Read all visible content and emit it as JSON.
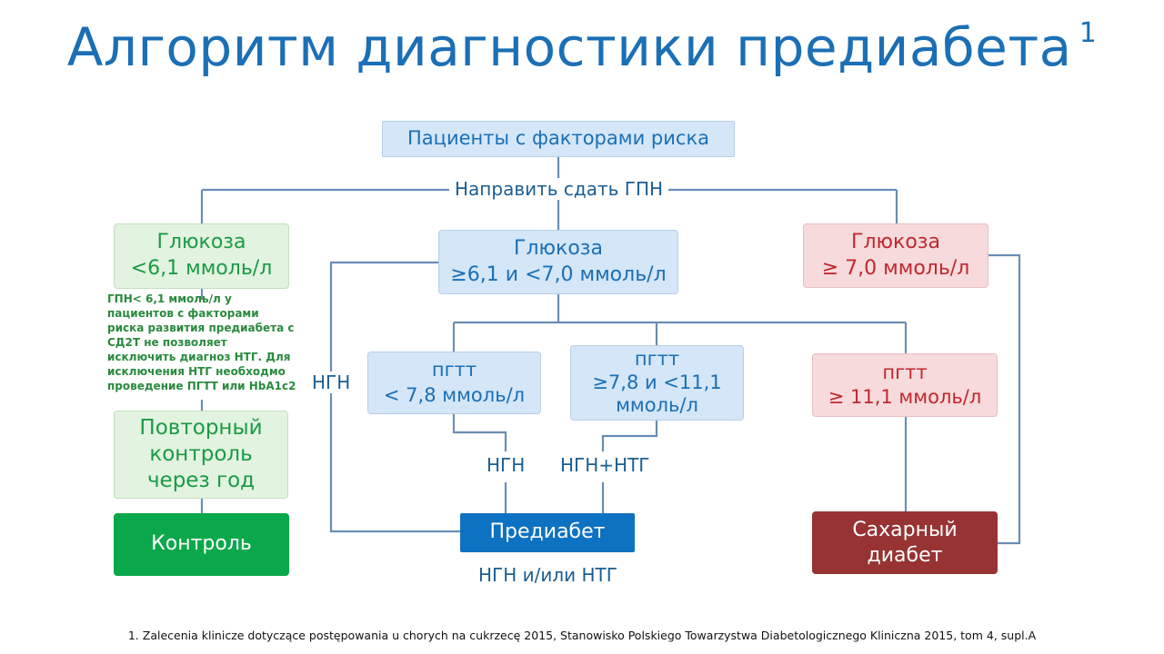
{
  "title": "Алгоритм диагностики предиабета",
  "title_sup": "1",
  "patients": "Пациенты с факторами риска",
  "send_fpg": "Направить сдать ГПН",
  "glucose_low": {
    "line1": "Глюкоза",
    "line2": "<6,1 ммоль/л"
  },
  "glucose_mid": {
    "line1": "Глюкоза",
    "line2": "≥6,1 и <7,0 ммоль/л"
  },
  "glucose_high": {
    "line1": "Глюкоза",
    "line2": "≥ 7,0 ммоль/л"
  },
  "note": "ГПН< 6,1 ммоль/л у пациентов с факторами риска развития предиабета с СД2Т не позволяет исключить диагноз НТГ. Для исключения НТГ необходмо проведение ПГТТ или HbA1c2",
  "repeat_control": {
    "line1": "Повторный",
    "line2": "контроль",
    "line3": "через год"
  },
  "control": "Контроль",
  "ogtt_low": {
    "line1": "пгтт",
    "line2": "< 7,8 ммоль/л"
  },
  "ogtt_mid": {
    "line1": "пгтт",
    "line2": "≥7,8 и <11,1",
    "line3": "ммоль/л"
  },
  "ogtt_high": {
    "line1": "пгтт",
    "line2": "≥ 11,1 ммоль/л"
  },
  "label_ngn_left": "НГН",
  "label_ngn_mid": "НГН",
  "label_ngn_ntg": "НГН+НТГ",
  "prediabetes": "Предиабет",
  "prediabetes_sub": "НГН и/или НТГ",
  "diabetes": {
    "line1": "Сахарный",
    "line2": "диабет"
  },
  "footnote": "1. Zalecenia kliniczе dotyczące postępowania u chorych na cukrzecę 2015, Stanowisko Polskiego Towarzystwa Diabetologicznego Kliniczna 2015, tom 4, supl.A",
  "colors": {
    "title": "#1b6fb5",
    "connector": "#6a8db5",
    "box_blue": "#d4e6f8",
    "box_green": "#e2f3df",
    "box_pink": "#f6dadc",
    "prediabetes": "#0d72c2",
    "control": "#0aa84a",
    "diabetes": "#983333"
  }
}
